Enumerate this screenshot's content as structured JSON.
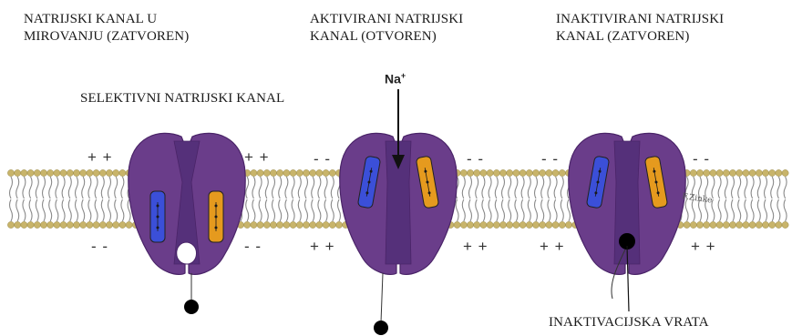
{
  "panels": {
    "resting": {
      "title": "NATRIJSKI KANAL U\nMIROVANJU (ZATVOREN)"
    },
    "activated": {
      "title": "AKTIVIRANI NATRIJSKI\nKANAL (OTVOREN)"
    },
    "inactivated": {
      "title": "INAKTIVIRANI NATRIJSKI\nKANAL (ZATVOREN)"
    }
  },
  "labels": {
    "selective_channel": "SELEKTIVNI NATRIJSKI KANAL",
    "inactivation_gate": "INAKTIVACIJSKA VRATA",
    "ion": "Na",
    "ion_charge": "+",
    "signature": "F.Zinke"
  },
  "charges": {
    "plus": "+ +",
    "minus": "- -"
  },
  "colors": {
    "channel": "#6a3d8a",
    "channel_dark": "#4a2468",
    "pore": "#55307a",
    "lipid_head": "#c8b46a",
    "lipid_tail": "#8a8a8a",
    "voltage_sensor_blue": "#3b4fd8",
    "voltage_sensor_orange": "#e59a1e",
    "gate_ball": "#000000"
  }
}
